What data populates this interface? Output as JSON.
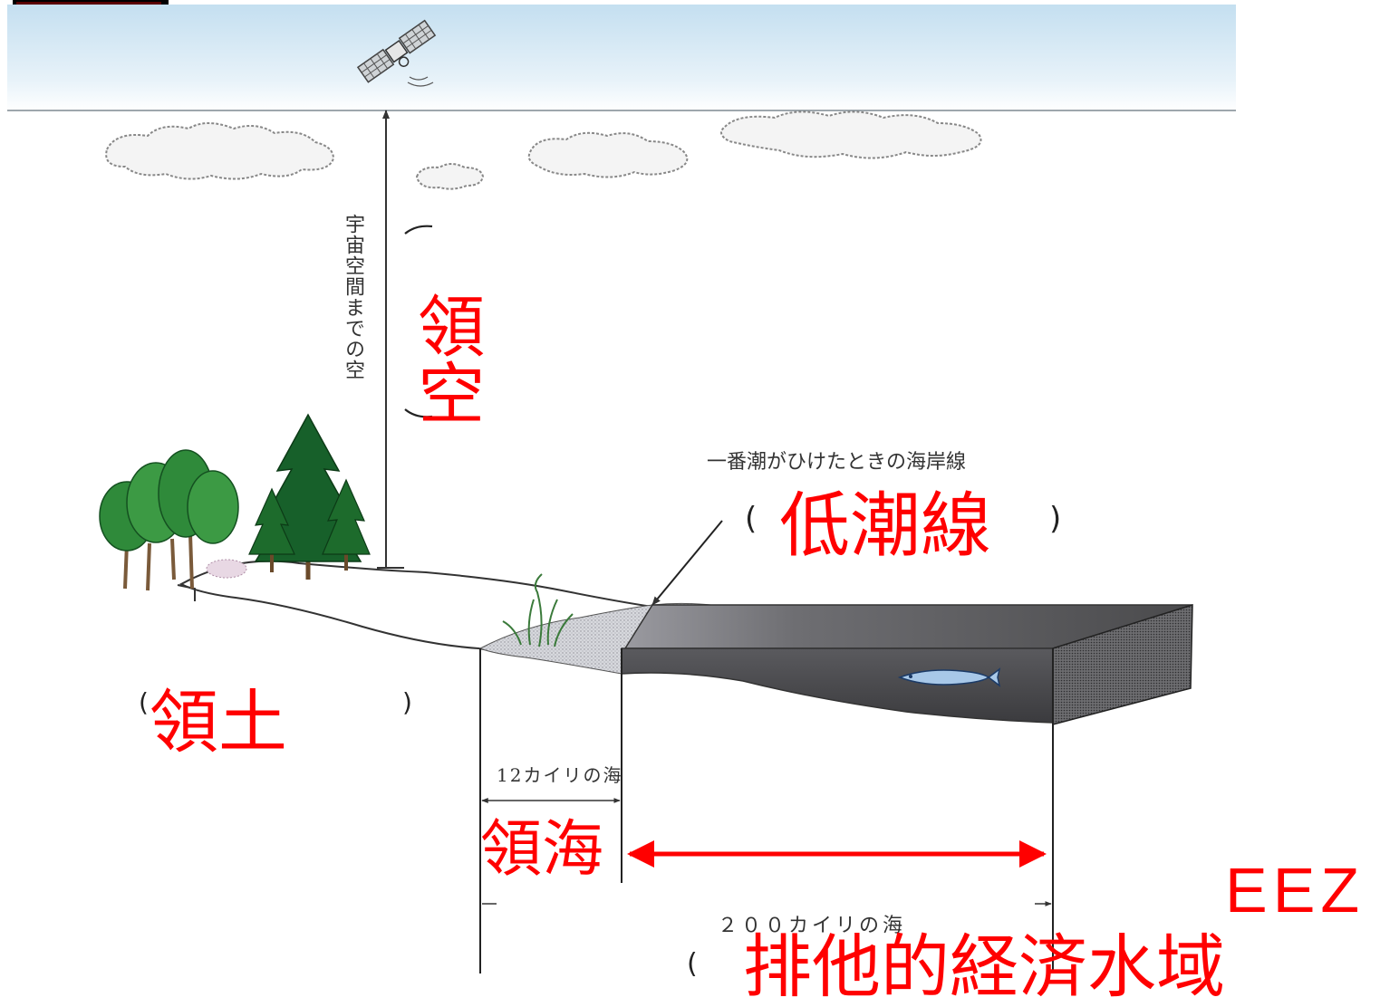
{
  "labels": {
    "space_note": "宇宙空間までの空",
    "airspace": "領空",
    "coastline_note": "一番潮がひけたときの海岸線",
    "low_tide_line": "低潮線",
    "territory": "領土",
    "twelve_nm": "12カイリの海",
    "territorial_sea": "領海",
    "two_hundred_nm": "２００カイリの海",
    "eez_abbr": "EEZ",
    "eez_full": "排他的経済水域"
  },
  "parens": {
    "open": "(",
    "close": ")"
  },
  "colors": {
    "accent_red": "#ff0000",
    "sky_top": "#cfe6f4",
    "sea_dark": "#4a4a4a",
    "sea_mid": "#7a7a7a",
    "beach": "#c9cad0",
    "tree_green": "#1d6b2c"
  },
  "icons": [
    "satellite-icon",
    "cloud-icon",
    "tree-icon",
    "fish-icon",
    "seaweed-icon"
  ]
}
